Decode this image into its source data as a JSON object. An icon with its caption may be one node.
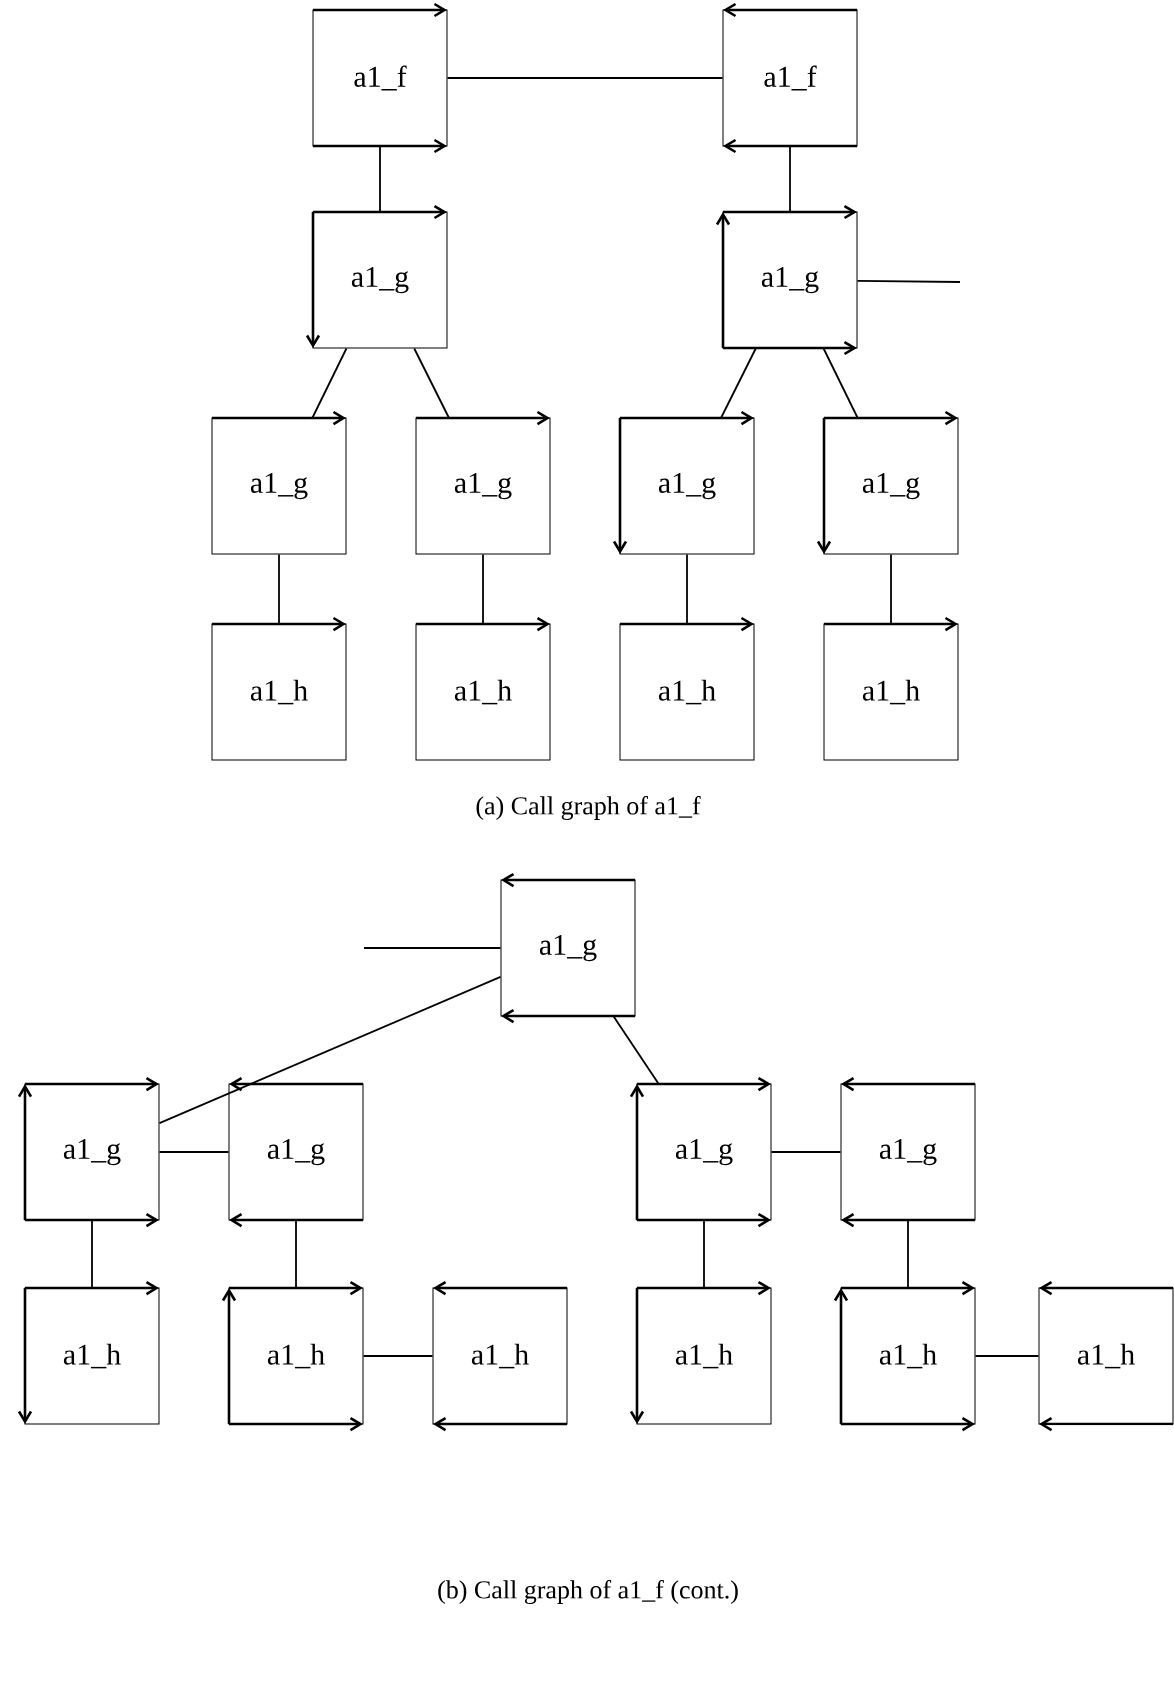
{
  "diagram": {
    "nodes": [
      {
        "text": [
          "a1_f"
        ]
      },
      {
        "text": [
          "a1_f"
        ]
      },
      {
        "text": [
          "a1_g"
        ]
      },
      {
        "text": [
          "a1_g"
        ]
      },
      {
        "text": [
          "a1_g"
        ]
      },
      {
        "text": [
          "a1_g"
        ]
      },
      {
        "text": [
          "a1_g"
        ]
      },
      {
        "text": [
          "a1_g"
        ]
      },
      {
        "text": [
          "a1_h"
        ]
      },
      {
        "text": [
          "a1_h"
        ]
      },
      {
        "text": [
          "a1_h"
        ]
      },
      {
        "text": [
          "a1_h"
        ]
      },
      {
        "text": [
          "a1_g"
        ]
      },
      {
        "text": [
          "a1_g"
        ]
      },
      {
        "text": [
          "a1_g"
        ]
      },
      {
        "text": [
          "a1_g"
        ]
      },
      {
        "text": [
          "a1_g"
        ]
      },
      {
        "text": [
          "a1_h"
        ]
      },
      {
        "text": [
          "a1_h"
        ]
      },
      {
        "text": [
          "a1_h"
        ]
      },
      {
        "text": [
          "a1_h"
        ]
      },
      {
        "text": [
          "a1_h"
        ]
      },
      {
        "text": [
          "a1_h"
        ]
      }
    ],
    "edges": [
      {
        "from": 0,
        "to": 1,
        "arrow": "none"
      },
      {
        "from": 0,
        "to": 2,
        "arrow": "none"
      },
      {
        "from": 1,
        "to": 3,
        "arrow": "none"
      },
      {
        "from": 3,
        "to": null,
        "arrow": "none"
      },
      {
        "from": 2,
        "to": 4,
        "arrow": "none"
      },
      {
        "from": 2,
        "to": 5,
        "arrow": "none"
      },
      {
        "from": 3,
        "to": 6,
        "arrow": "none"
      },
      {
        "from": 3,
        "to": 7,
        "arrow": "none"
      },
      {
        "from": 4,
        "to": 8,
        "arrow": "none"
      },
      {
        "from": 5,
        "to": 9,
        "arrow": "none"
      },
      {
        "from": 6,
        "to": 10,
        "arrow": "none"
      },
      {
        "from": 7,
        "to": 11,
        "arrow": "none"
      },
      {
        "from": null,
        "to": 12,
        "arrow": "none"
      },
      {
        "from": 12,
        "to": 13,
        "arrow": "none"
      },
      {
        "from": 12,
        "to": 15,
        "arrow": "none"
      },
      {
        "from": 13,
        "to": 14,
        "arrow": "none"
      },
      {
        "from": 15,
        "to": 16,
        "arrow": "none"
      },
      {
        "from": 13,
        "to": 17,
        "arrow": "none"
      },
      {
        "from": 14,
        "to": 18,
        "arrow": "none"
      },
      {
        "from": 18,
        "to": 19,
        "arrow": "none"
      },
      {
        "from": 15,
        "to": 20,
        "arrow": "none"
      },
      {
        "from": 16,
        "to": 21,
        "arrow": "none"
      },
      {
        "from": 21,
        "to": 22,
        "arrow": "none"
      }
    ],
    "labels": [
      "(a) Call graph of a1_f",
      "(b) Call graph of a1_f (cont.)"
    ]
  }
}
